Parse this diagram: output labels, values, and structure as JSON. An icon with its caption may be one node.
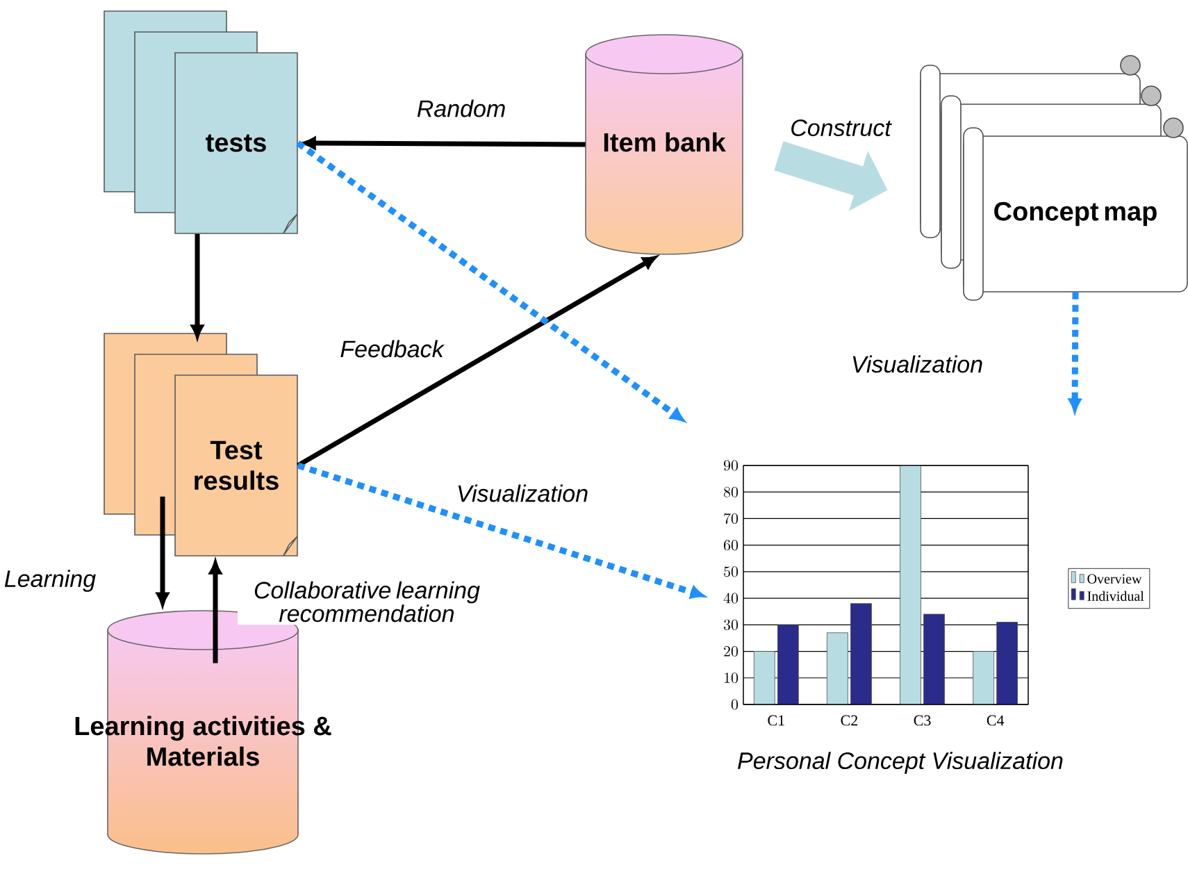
{
  "diagram": {
    "nodes": [
      {
        "text": [
          "tests"
        ]
      },
      {
        "text": [
          "Item bank"
        ]
      },
      {
        "text": [
          "Concept map"
        ]
      },
      {
        "text": [
          "Test results"
        ]
      },
      {
        "text": [
          "Learning activities & Materials"
        ]
      },
      {
        "text": [],
        "shape": "picture",
        "beside": [
          "Personal Concept Visualization"
        ]
      }
    ],
    "edges": [
      {
        "from": 1,
        "to": 0,
        "arrow": "to",
        "label": "Random"
      },
      {
        "from": 0,
        "to": 3,
        "arrow": "to"
      },
      {
        "from": 3,
        "to": 1,
        "arrow": "to",
        "label": "Feedback"
      },
      {
        "from": 1,
        "to": 2,
        "arrow": "to",
        "label": "Construct",
        "style": "thick",
        "color": "#b7dde3"
      },
      {
        "from": 0,
        "to": 5,
        "arrow": "to",
        "style": "dashed",
        "color": "#1e90ff"
      },
      {
        "from": 3,
        "to": 5,
        "arrow": "to",
        "label": "Visualization",
        "style": "dashed",
        "color": "#1e90ff"
      },
      {
        "from": 2,
        "to": 5,
        "arrow": "to",
        "label": "Visualization",
        "style": "dashed",
        "color": "#1e90ff"
      },
      {
        "from": 3,
        "to": 4,
        "arrow": "to",
        "label": "Learning"
      },
      {
        "from": 4,
        "to": 3,
        "arrow": "to",
        "label": "Collaborative learning recommendation"
      }
    ],
    "chart_data": {
      "type": "bar",
      "categories": [
        "C1",
        "C2",
        "C3",
        "C4"
      ],
      "series": [
        {
          "name": "Overview",
          "color": "#b7dde3",
          "values": [
            20,
            27,
            90,
            20
          ]
        },
        {
          "name": "Individual",
          "color": "#2b2b8c",
          "values": [
            30,
            38,
            34,
            31
          ]
        }
      ],
      "ylim": [
        0,
        90
      ],
      "yticks": [
        0,
        10,
        20,
        30,
        40,
        50,
        60,
        70,
        80,
        90
      ],
      "grid": true,
      "legend": "right"
    }
  }
}
